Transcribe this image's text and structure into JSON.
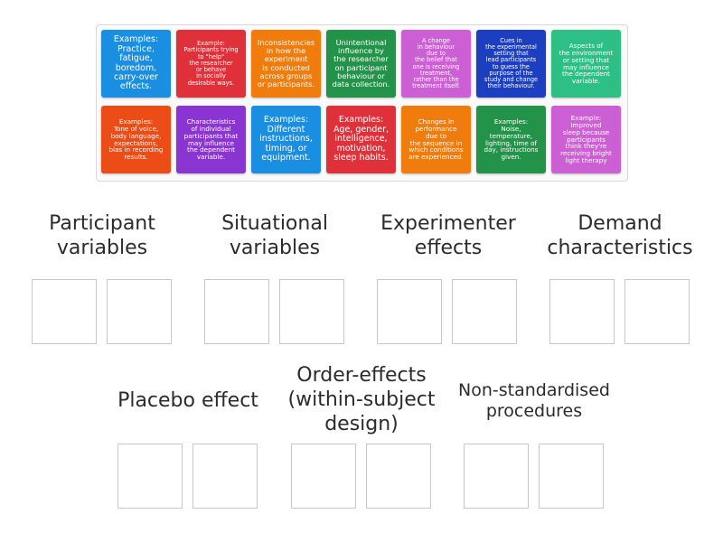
{
  "cards": [
    {
      "text": "Examples:\nPractice,\nfatigue,\nboredom,\ncarry-over\neffects.",
      "color": "#1a8ee0"
    },
    {
      "text": "Example:\nParticipants trying\nto \"help\"\nthe researcher\nor behave\nin socially\ndesirable ways.",
      "color": "#e0313b"
    },
    {
      "text": "Inconsistencies\nin how the\nexperiment\nis conducted\nacross groups\nor participants.",
      "color": "#f07c0e"
    },
    {
      "text": "Unintentional\ninfluence by\nthe researcher\non participant\nbehaviour or\ndata collection.",
      "color": "#23934a"
    },
    {
      "text": "A change\nin behaviour\ndue to\nthe belief that\none is receiving\ntreatment,\nrather than the\ntreatment itself.",
      "color": "#cc5fd4"
    },
    {
      "text": "Cues in\nthe experimental\nsetting that\nlead participants\nto guess the\npurpose of the\nstudy and change\ntheir behaviour.",
      "color": "#1b3fbf"
    },
    {
      "text": "Aspects of\nthe environment\nor setting that\nmay influence\nthe dependent\nvariable.",
      "color": "#2ebf84"
    },
    {
      "text": "Examples:\nTone of voice,\nbody language,\nexpectations,\nbias in recording\nresults.",
      "color": "#ec4d17"
    },
    {
      "text": "Characteristics\nof individual\nparticipants that\nmay influence\nthe dependent\nvariable.",
      "color": "#8a35d1"
    },
    {
      "text": "Examples:\nDifferent\ninstructions,\ntiming, or\nequipment.",
      "color": "#1a8ee0"
    },
    {
      "text": "Examples:\nAge, gender,\nintelligence,\nmotivation,\nsleep habits.",
      "color": "#e0313b"
    },
    {
      "text": "Changes in\nperformance\ndue to\nthe sequence in\nwhich conditions\nare experienced.",
      "color": "#f07c0e"
    },
    {
      "text": "Examples:\nNoise,\ntemperature,\nlighting, time of\nday, instructions\ngiven.",
      "color": "#23934a"
    },
    {
      "text": "Example:\nImproved\nsleep because\nparticipants\nthink they're\nreceiving bright\nlight therapy",
      "color": "#cc5fd4"
    }
  ],
  "groups": [
    {
      "label": "Participant\nvariables"
    },
    {
      "label": "Situational\nvariables"
    },
    {
      "label": "Experimenter\neffects"
    },
    {
      "label": "Demand\ncharacteristics"
    },
    {
      "label": "Placebo effect"
    },
    {
      "label": "Order-effects\n(within-subject\ndesign)"
    },
    {
      "label": "Non-standardised\nprocedures"
    }
  ]
}
